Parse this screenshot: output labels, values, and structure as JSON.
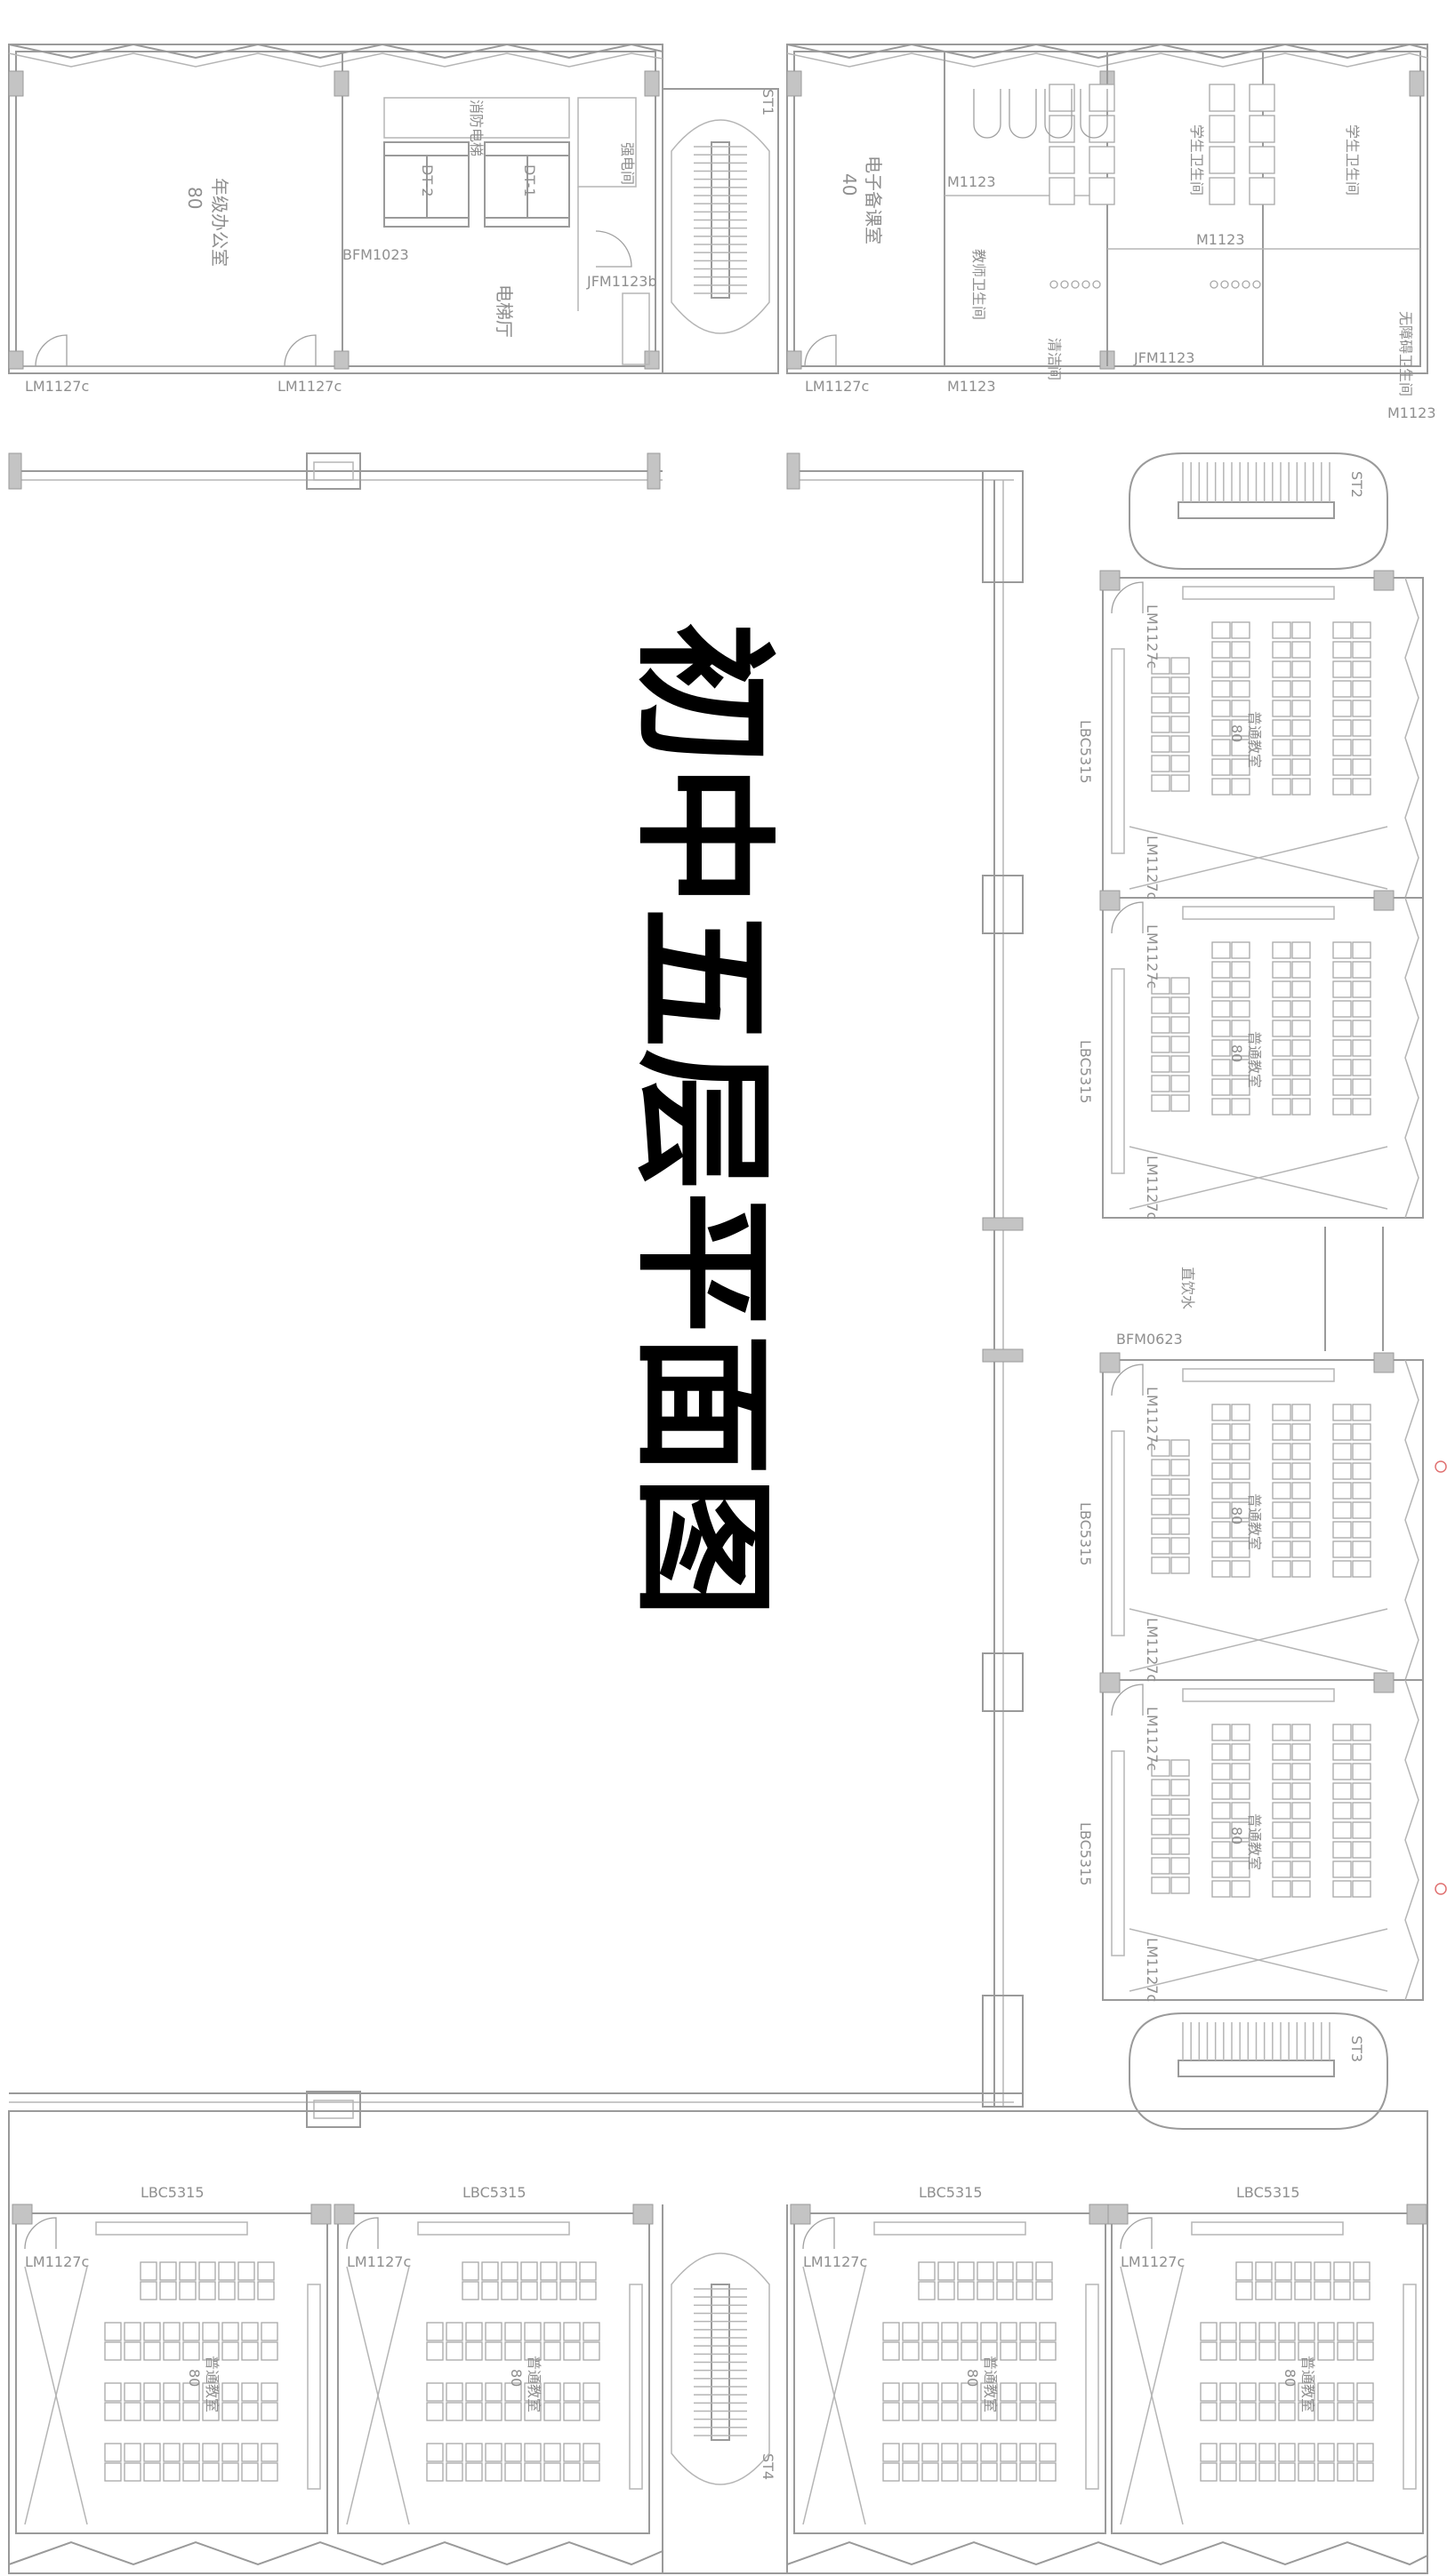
{
  "title": "初中五层平面图",
  "rooms": {
    "grade_office": "年级办公室",
    "grade_office_count": "80",
    "elevator_hall": "电梯厅",
    "fire_elevator": "消防电梯",
    "elevator_tag": "DT-2",
    "elevator_tag_2": "DT-1",
    "strong_elec": "强电间",
    "e_prep": "电子备课室",
    "e_prep_count": "40",
    "teacher_wc": "教师卫生间",
    "student_wc_1": "学生卫生间",
    "student_wc_2": "学生卫生间",
    "janitor": "清洁间",
    "accessible_wc": "无障碍卫生间",
    "pipe_well": "直饮水",
    "classroom": "普通教室",
    "classroom_count": "80"
  },
  "labels": {
    "lm1127c": "LM1127c",
    "m1123": "M1123",
    "lbc5315": "LBC5315",
    "bfm1023": "BFM1023",
    "jfm1123b": "JFM1123b",
    "jfm1123": "JFM1123",
    "bfm0623": "BFM0623",
    "st1": "ST1",
    "st2": "ST2",
    "st3": "ST3",
    "st4": "ST4"
  }
}
